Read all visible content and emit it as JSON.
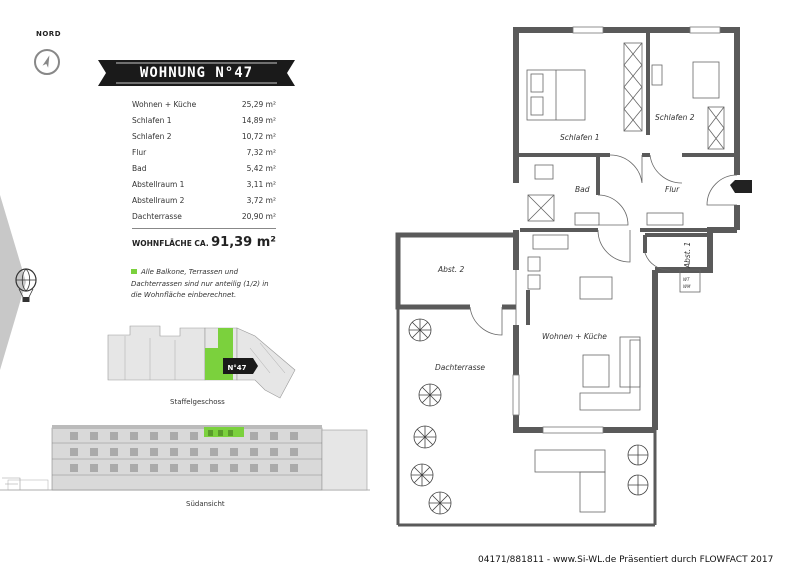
{
  "compass": {
    "label": "NORD"
  },
  "title": "WOHNUNG N°47",
  "rooms": [
    {
      "name": "Wohnen + Küche",
      "area": "25,29 m²"
    },
    {
      "name": "Schlafen 1",
      "area": "14,89 m²"
    },
    {
      "name": "Schlafen 2",
      "area": "10,72 m²"
    },
    {
      "name": "Flur",
      "area": "7,32 m²"
    },
    {
      "name": "Bad",
      "area": "5,42 m²"
    },
    {
      "name": "Abstellraum 1",
      "area": "3,11 m²"
    },
    {
      "name": "Abstellraum 2",
      "area": "3,72 m²"
    },
    {
      "name": "Dachterrasse",
      "area": "20,90 m²"
    }
  ],
  "total": {
    "label": "WOHNFLÄCHE CA.",
    "value": "91,39 m²"
  },
  "note": "Alle Balkone, Terrassen und Dachterrassen sind nur anteilig (1/2) in die Wohnfläche einberechnet.",
  "thumbnails": {
    "floor_caption": "Staffelgeschoss",
    "facade_caption": "Südansicht",
    "unit_tag": "N°47"
  },
  "plan_labels": {
    "schlafen1": "Schlafen 1",
    "schlafen2": "Schlafen 2",
    "bad": "Bad",
    "flur": "Flur",
    "abst1": "Abst. 1",
    "abst2": "Abst. 2",
    "dachterrasse": "Dachterrasse",
    "wohnen": "Wohnen + Küche",
    "wt": "WT",
    "wm": "WM"
  },
  "footer": "04171/881811 - www.Si-WL.de Präsentiert durch FLOWFACT 2017",
  "colors": {
    "accent_green": "#7bd13d",
    "banner": "#1a1a1a",
    "wall": "#5a5a5a",
    "side_arrow": "#c8c8c8"
  }
}
